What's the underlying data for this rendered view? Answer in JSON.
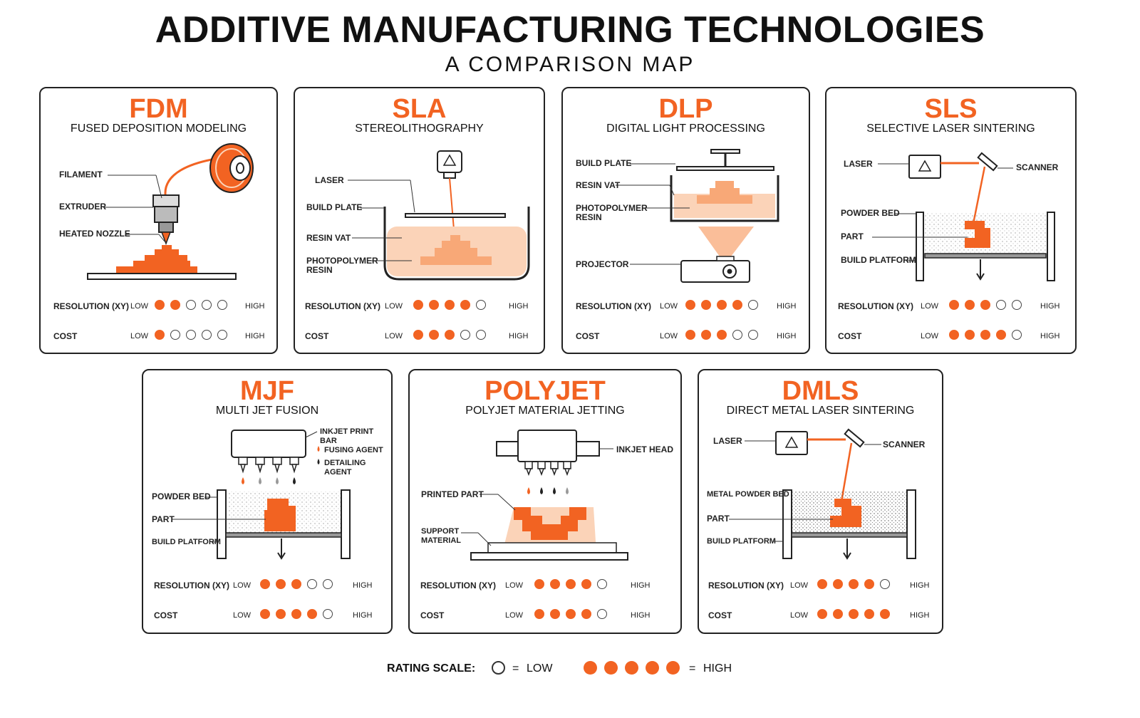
{
  "title": "ADDITIVE MANUFACTURING TECHNOLOGIES",
  "subtitle": "A COMPARISON MAP",
  "scale": {
    "low": "LOW",
    "high": "HIGH",
    "max": 5
  },
  "rating_labels": {
    "resolution": "RESOLUTION (XY)",
    "cost": "COST"
  },
  "colors": {
    "accent": "#f26322",
    "light_accent": "#fbd3b8",
    "outline": "#222222"
  },
  "cards": {
    "fdm": {
      "abbr": "FDM",
      "name": "FUSED DEPOSITION MODELING",
      "resolution": 2,
      "cost": 1,
      "labels": {
        "filament": "FILAMENT",
        "extruder": "EXTRUDER",
        "nozzle": "HEATED NOZZLE"
      }
    },
    "sla": {
      "abbr": "SLA",
      "name": "STEREOLITHOGRAPHY",
      "resolution": 4,
      "cost": 3,
      "labels": {
        "laser": "LASER",
        "plate": "BUILD PLATE",
        "vat": "RESIN VAT",
        "resin1": "PHOTOPOLYMER",
        "resin2": "RESIN"
      }
    },
    "dlp": {
      "abbr": "DLP",
      "name": "DIGITAL LIGHT PROCESSING",
      "resolution": 4,
      "cost": 3,
      "labels": {
        "plate": "BUILD PLATE",
        "vat": "RESIN VAT",
        "resin1": "PHOTOPOLYMER",
        "resin2": "RESIN",
        "projector": "PROJECTOR"
      }
    },
    "sls": {
      "abbr": "SLS",
      "name": "SELECTIVE LASER SINTERING",
      "resolution": 3,
      "cost": 4,
      "labels": {
        "laser": "LASER",
        "scanner": "SCANNER",
        "bed": "POWDER BED",
        "part": "PART",
        "platform": "BUILD PLATFORM"
      }
    },
    "mjf": {
      "abbr": "MJF",
      "name": "MULTI JET FUSION",
      "resolution": 3,
      "cost": 4,
      "labels": {
        "bar": "INKJET PRINT BAR",
        "fusing": "FUSING AGENT",
        "detailing": "DETAILING AGENT",
        "bed": "POWDER BED",
        "part": "PART",
        "platform": "BUILD PLATFORM"
      }
    },
    "polyjet": {
      "abbr": "POLYJET",
      "name": "POLYJET MATERIAL JETTING",
      "resolution": 4,
      "cost": 4,
      "labels": {
        "head": "INKJET HEAD",
        "printed": "PRINTED PART",
        "support1": "SUPPORT",
        "support2": "MATERIAL"
      }
    },
    "dmls": {
      "abbr": "DMLS",
      "name": "DIRECT METAL LASER SINTERING",
      "resolution": 4,
      "cost": 5,
      "labels": {
        "laser": "LASER",
        "scanner": "SCANNER",
        "bed": "METAL POWDER BED",
        "part": "PART",
        "platform": "BUILD PLATFORM"
      }
    }
  },
  "legend": {
    "title": "RATING SCALE:",
    "eq": "=",
    "low": "LOW",
    "high": "HIGH"
  }
}
